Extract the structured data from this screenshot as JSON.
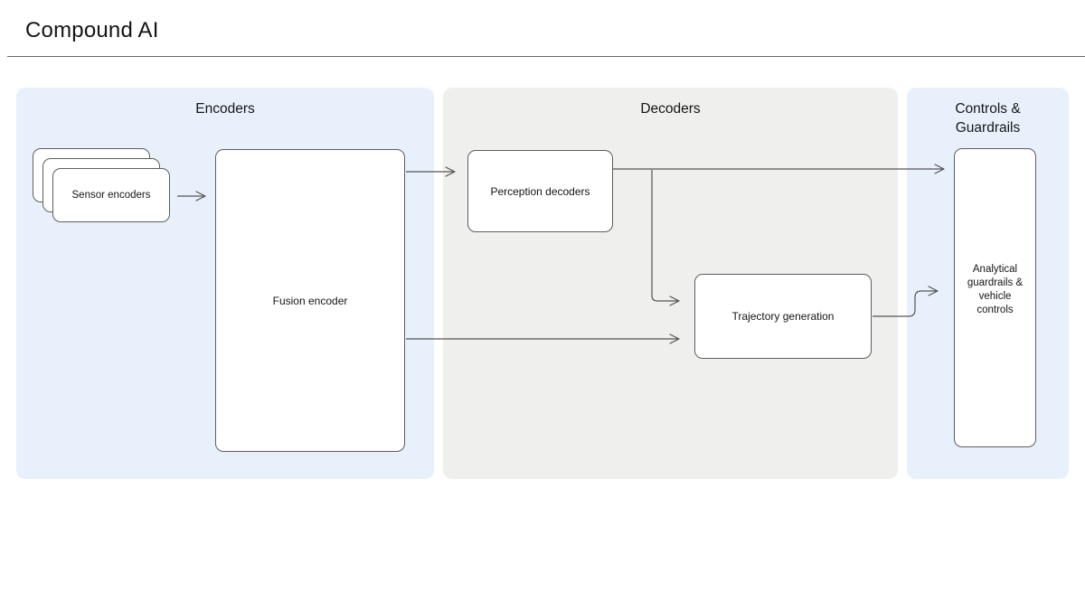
{
  "header": {
    "title": "Compound AI"
  },
  "sections": {
    "encoders": {
      "title": "Encoders",
      "sensor_stack_label": "Sensor encoders",
      "fusion_label": "Fusion encoder"
    },
    "decoders": {
      "title": "Decoders",
      "perception_label": "Perception decoders",
      "trajectory_label": "Trajectory generation"
    },
    "controls": {
      "title": "Controls &\nGuardrails",
      "box_label": "Analytical\nguardrails &\nvehicle\ncontrols"
    }
  },
  "colors": {
    "panel_blue": "#e8f1fb",
    "panel_gray": "#efefee",
    "node_border": "#5e5e5e",
    "arrow": "#545454",
    "text": "#151515",
    "divider": "#6b6b6b"
  }
}
